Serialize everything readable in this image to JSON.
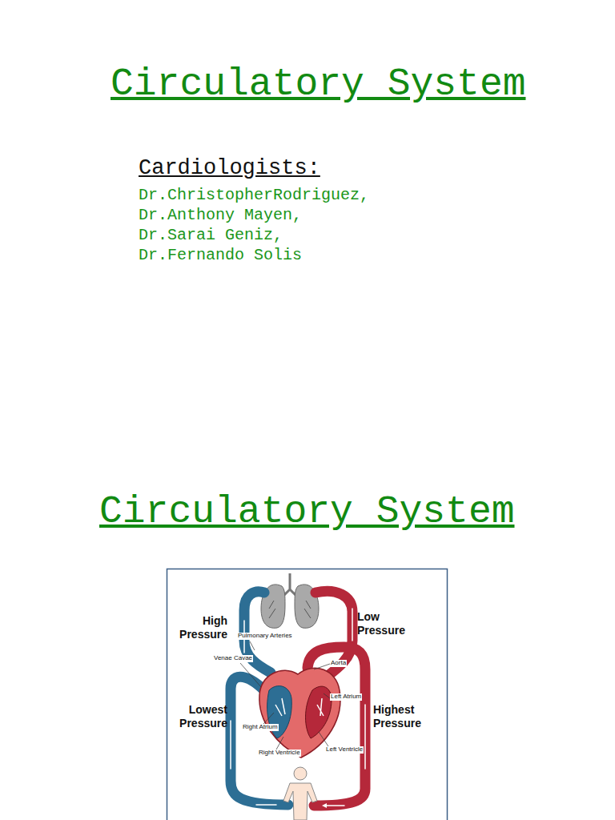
{
  "diagram": {
    "title": "Circulatory System",
    "labels": [
      "Circulatory System",
      "Cardiologists:",
      "Dr.ChristopherRodriguez,",
      "Dr.Anthony Mayen,",
      "Dr.Sarai Geniz,",
      "Dr.Fernando Solis",
      "High Pressure",
      "Low Pressure",
      "Lowest Pressure",
      "Highest Pressure",
      "Pulmonary Arteries",
      "Venae Cavae",
      "Aorta",
      "Left Atrium",
      "Right Atrium",
      "Right Ventricle",
      "Left Ventricle"
    ]
  }
}
